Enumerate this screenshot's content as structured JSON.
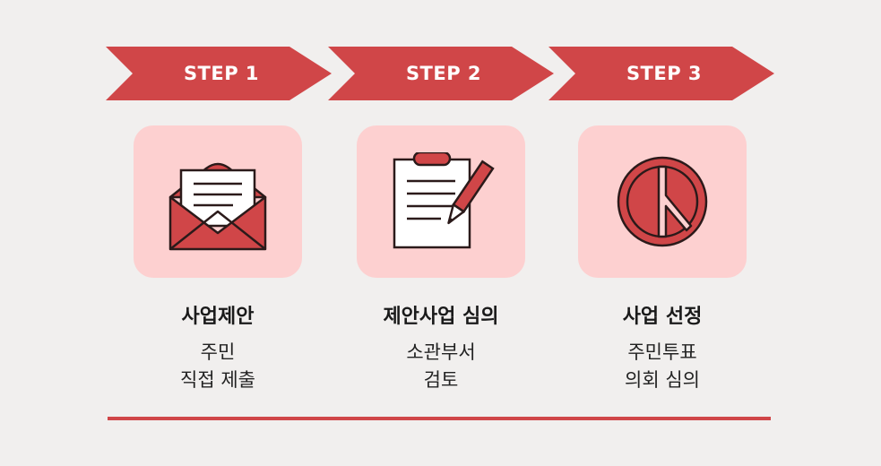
{
  "colors": {
    "accent": "#d04648",
    "card_bg": "#fdd0d0",
    "icon_outline": "#2b1a1a",
    "background": "#f1efee"
  },
  "steps": [
    {
      "label": "STEP 1",
      "icon": "envelope-letter-icon",
      "title": "사업제안",
      "desc": [
        "주민",
        "직접 제출"
      ]
    },
    {
      "label": "STEP 2",
      "icon": "clipboard-pencil-icon",
      "title": "제안사업 심의",
      "desc": [
        "소관부서",
        "검토"
      ]
    },
    {
      "label": "STEP 3",
      "icon": "vote-mark-icon",
      "title": "사업 선정",
      "desc": [
        "주민투표",
        "의회 심의"
      ]
    }
  ]
}
